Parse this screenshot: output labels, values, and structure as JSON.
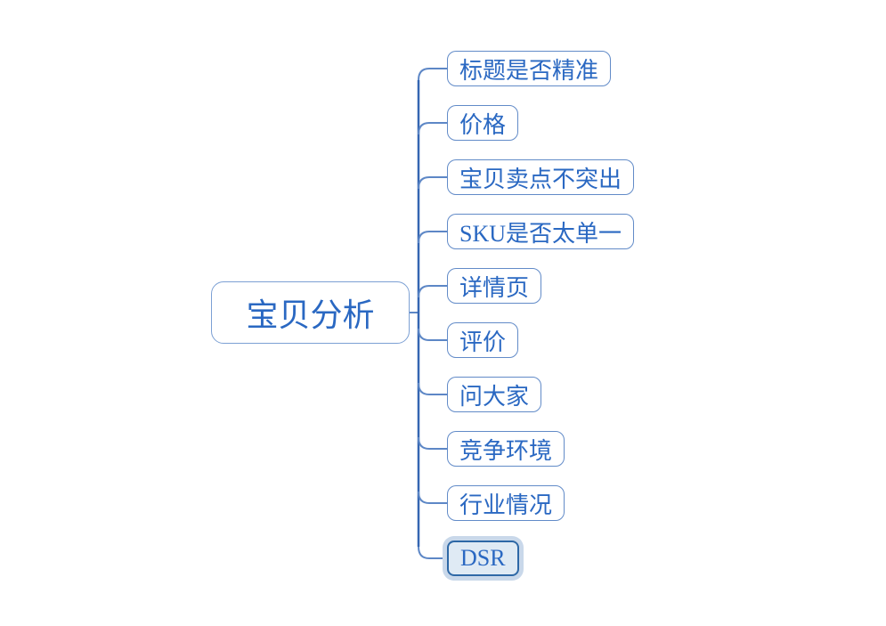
{
  "diagram": {
    "type": "mindmap",
    "root": {
      "label": "宝贝分析"
    },
    "children": [
      {
        "label": "标题是否精准",
        "selected": false
      },
      {
        "label": "价格",
        "selected": false
      },
      {
        "label": "宝贝卖点不突出",
        "selected": false
      },
      {
        "label": "SKU是否太单一",
        "selected": false
      },
      {
        "label": "详情页",
        "selected": false
      },
      {
        "label": "评价",
        "selected": false
      },
      {
        "label": "问大家",
        "selected": false
      },
      {
        "label": "竞争环境",
        "selected": false
      },
      {
        "label": "行业情况",
        "selected": false
      },
      {
        "label": "DSR",
        "selected": true
      }
    ]
  },
  "colors": {
    "canvas-bg": "#ffffff",
    "text-blue": "#2a68c2",
    "topic-border": "#628bc8",
    "root-border": "#7ca0d4",
    "branch-line": "#5d87c6",
    "spine-line": "#3566b2",
    "selected-fill": "#dfeaf4",
    "selected-border": "#2e68a6",
    "selection-halo": "#c9d8ea"
  }
}
